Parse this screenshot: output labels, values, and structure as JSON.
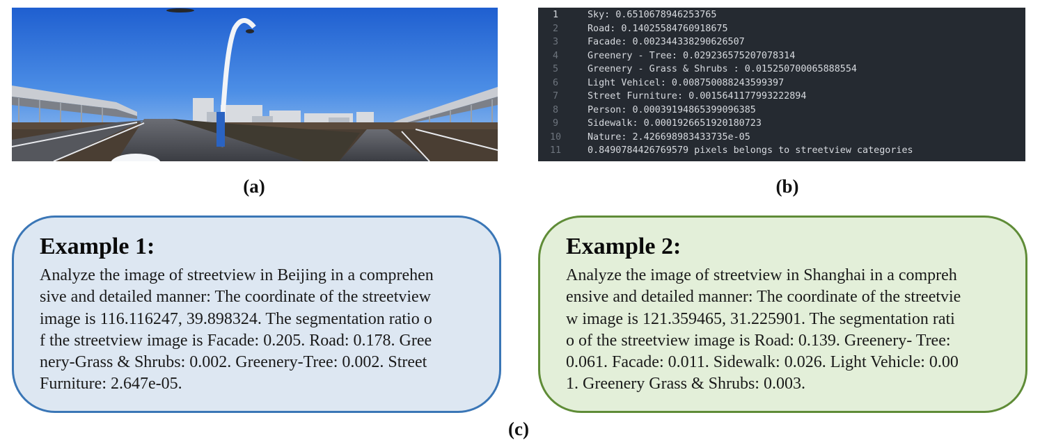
{
  "figure": {
    "panel_a": {
      "caption": "(a)",
      "image_alt": "Panoramic street view of an elevated highway in Beijing under a clear blue sky"
    },
    "panel_b": {
      "caption": "(b)",
      "lines": [
        {
          "no": "1",
          "text": "Sky: 0.6510678946253765"
        },
        {
          "no": "2",
          "text": "Road: 0.14025584760918675"
        },
        {
          "no": "3",
          "text": "Facade: 0.002344338290626507"
        },
        {
          "no": "4",
          "text": "Greenery - Tree: 0.029236575207078314"
        },
        {
          "no": "5",
          "text": "Greenery - Grass & Shrubs : 0.015250700065888554"
        },
        {
          "no": "6",
          "text": "Light Vehicel: 0.008750088243599397"
        },
        {
          "no": "7",
          "text": "Street Furniture: 0.0015641177993222894"
        },
        {
          "no": "8",
          "text": "Person: 0.00039194865399096385"
        },
        {
          "no": "9",
          "text": "Sidewalk: 0.0001926651920180723"
        },
        {
          "no": "10",
          "text": "Nature: 2.426698983433735e-05"
        },
        {
          "no": "11",
          "text": "0.8490784426769579 pixels belongs to streetview categories"
        }
      ]
    },
    "panel_c": {
      "caption": "(c)",
      "example_1": {
        "title": "Example 1:",
        "lines": [
          "Analyze the image of streetview in Beijing in a comprehen",
          "sive and detailed manner: The coordinate of the streetview",
          "image is 116.116247, 39.898324. The segmentation ratio o",
          "f the streetview image is Facade: 0.205. Road: 0.178. Gree",
          "nery-Grass & Shrubs: 0.002. Greenery-Tree: 0.002. Street",
          "Furniture: 2.647e-05."
        ]
      },
      "example_2": {
        "title": "Example 2:",
        "lines": [
          "Analyze the image of streetview in Shanghai in a compreh",
          "ensive and detailed manner: The coordinate of the streetvie",
          "w image is 121.359465, 31.225901. The segmentation rati",
          "o of the streetview image is Road: 0.139. Greenery- Tree:",
          "0.061. Facade: 0.011. Sidewalk: 0.026. Light Vehicle: 0.00",
          "1. Greenery Grass & Shrubs: 0.003."
        ]
      }
    }
  },
  "colors": {
    "code_background": "#252a31",
    "example_1_fill": "#dde7f2",
    "example_1_border": "#3a76b6",
    "example_2_fill": "#e3efd9",
    "example_2_border": "#5f8c37"
  }
}
